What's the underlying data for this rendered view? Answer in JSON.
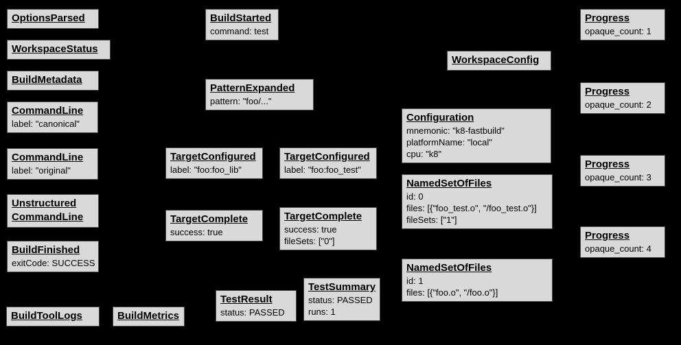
{
  "diagram": {
    "description": "Build event protocol graph",
    "background_color": "#000000",
    "node_fill_color": "#d9d9d9",
    "node_border_color": "#4a4a4a",
    "node_text_color": "#000000"
  },
  "nodes": [
    {
      "title": "OptionsParsed",
      "lines": []
    },
    {
      "title": "WorkspaceStatus",
      "lines": []
    },
    {
      "title": "BuildMetadata",
      "lines": []
    },
    {
      "title": "CommandLine",
      "lines": [
        "label: \"canonical\""
      ]
    },
    {
      "title": "CommandLine",
      "lines": [
        "label: \"original\""
      ]
    },
    {
      "title": "Unstructured CommandLine",
      "lines": []
    },
    {
      "title": "BuildFinished",
      "lines": [
        "exitCode: SUCCESS"
      ]
    },
    {
      "title": "BuildToolLogs",
      "lines": []
    },
    {
      "title": "BuildMetrics",
      "lines": []
    },
    {
      "title": "BuildStarted",
      "lines": [
        "command: test"
      ]
    },
    {
      "title": "PatternExpanded",
      "lines": [
        "pattern: \"foo/...\""
      ]
    },
    {
      "title": "TargetConfigured",
      "lines": [
        "label: \"foo:foo_lib\""
      ]
    },
    {
      "title": "TargetConfigured",
      "lines": [
        "label: \"foo:foo_test\""
      ]
    },
    {
      "title": "TargetComplete",
      "lines": [
        "success: true"
      ]
    },
    {
      "title": "TargetComplete",
      "lines": [
        "success: true",
        "fileSets: [\"0\"]"
      ]
    },
    {
      "title": "TestResult",
      "lines": [
        "status: PASSED"
      ]
    },
    {
      "title": "TestSummary",
      "lines": [
        "status: PASSED",
        "runs: 1"
      ]
    },
    {
      "title": "WorkspaceConfig",
      "lines": []
    },
    {
      "title": "Configuration",
      "lines": [
        "mnemonic: \"k8-fastbuild\"",
        "platformName: \"local\"",
        "cpu: \"k8\""
      ]
    },
    {
      "title": "NamedSetOfFiles",
      "lines": [
        "id: 0",
        "files: [{\"foo_test.o\", \"/foo_test.o\"}]",
        "fileSets: [\"1\"]"
      ]
    },
    {
      "title": "NamedSetOfFiles",
      "lines": [
        "id: 1",
        "files: [{\"foo.o\", \"/foo.o\"}]"
      ]
    },
    {
      "title": "Progress",
      "lines": [
        "opaque_count: 1"
      ]
    },
    {
      "title": "Progress",
      "lines": [
        "opaque_count: 2"
      ]
    },
    {
      "title": "Progress",
      "lines": [
        "opaque_count: 3"
      ]
    },
    {
      "title": "Progress",
      "lines": [
        "opaque_count: 4"
      ]
    }
  ]
}
